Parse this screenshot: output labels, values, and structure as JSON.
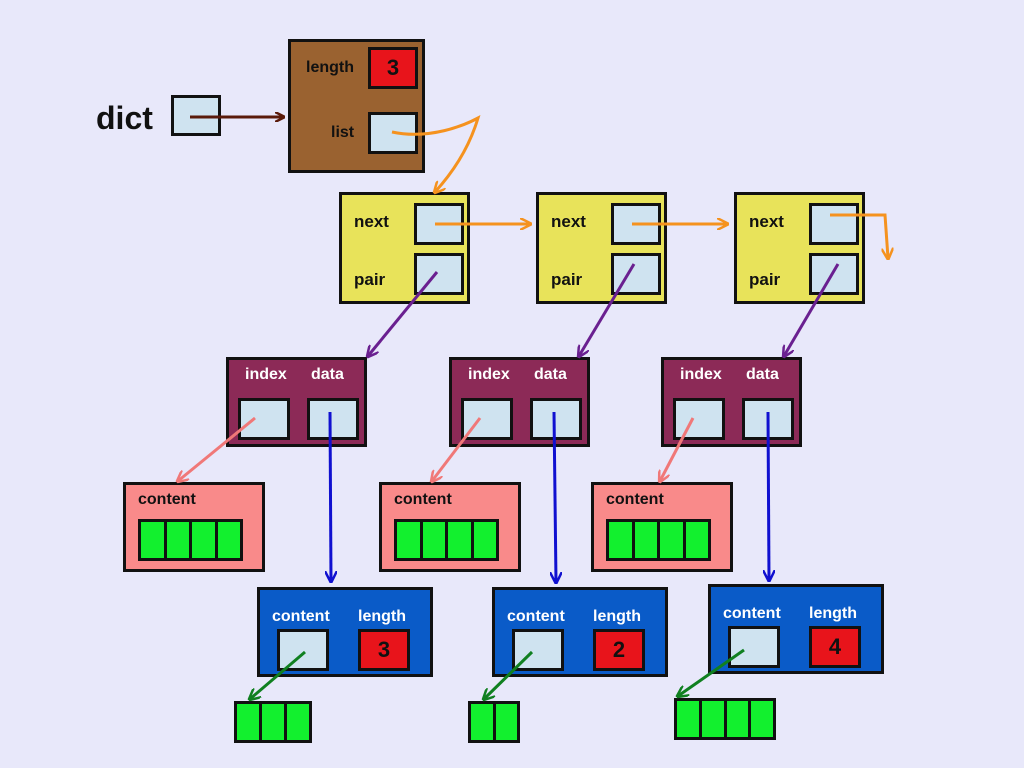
{
  "dict": {
    "label": "dict"
  },
  "header": {
    "length_label": "length",
    "length_value": "3",
    "list_label": "list"
  },
  "nodes": [
    {
      "next_label": "next",
      "pair_label": "pair"
    },
    {
      "next_label": "next",
      "pair_label": "pair"
    },
    {
      "next_label": "next",
      "pair_label": "pair"
    }
  ],
  "pairs": [
    {
      "index_label": "index",
      "data_label": "data"
    },
    {
      "index_label": "index",
      "data_label": "data"
    },
    {
      "index_label": "index",
      "data_label": "data"
    }
  ],
  "keys": [
    {
      "content_label": "content",
      "cells": 4
    },
    {
      "content_label": "content",
      "cells": 4
    },
    {
      "content_label": "content",
      "cells": 4
    }
  ],
  "values": [
    {
      "content_label": "content",
      "length_label": "length",
      "length_value": "3",
      "cells": 3
    },
    {
      "content_label": "content",
      "length_label": "length",
      "length_value": "2",
      "cells": 2
    },
    {
      "content_label": "content",
      "length_label": "length",
      "length_value": "4",
      "cells": 4
    }
  ],
  "colors": {
    "background": "#E8E8FA",
    "dict_header": "#9A6230",
    "list_node": "#E8E35A",
    "pair": "#8C2A57",
    "key_string": "#F98A8A",
    "value_string": "#0A5BC8",
    "cell": "#CFE3F0",
    "number_cell": "#E8141B",
    "char_cell": "#12F02E",
    "arrow_dict": "#5A1A0A",
    "arrow_next": "#F5921E",
    "arrow_pair": "#6A2090",
    "arrow_index": "#F07878",
    "arrow_data": "#1010D0",
    "arrow_content": "#108020"
  }
}
